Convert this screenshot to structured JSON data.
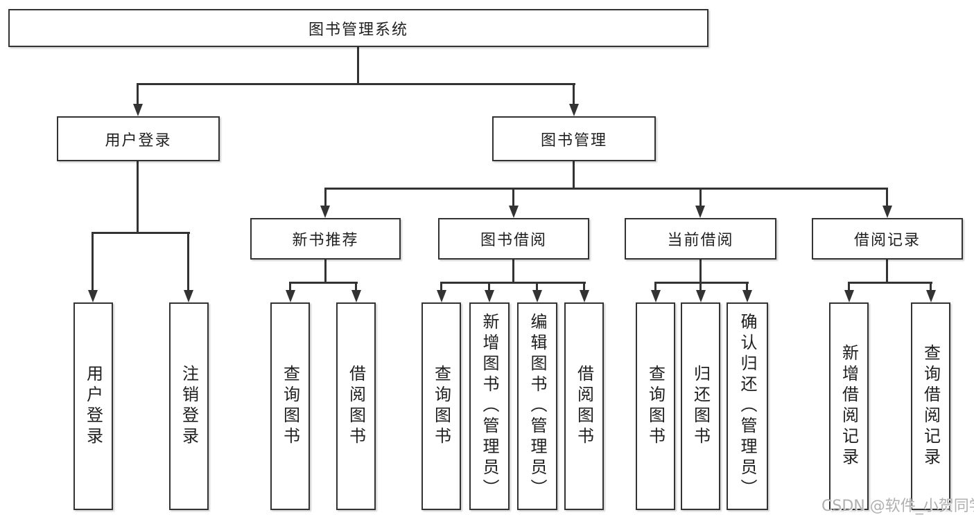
{
  "tree": {
    "root": {
      "label": "图书管理系统",
      "children": [
        {
          "label": "用户登录",
          "children": [
            {
              "label": "用户登录"
            },
            {
              "label": "注销登录"
            }
          ]
        },
        {
          "label": "图书管理",
          "children": [
            {
              "label": "新书推荐",
              "children": [
                {
                  "label": "查询图书"
                },
                {
                  "label": "借阅图书"
                }
              ]
            },
            {
              "label": "图书借阅",
              "children": [
                {
                  "label": "查询图书"
                },
                {
                  "label": "新增图书（管理员）"
                },
                {
                  "label": "编辑图书（管理员）"
                },
                {
                  "label": "借阅图书"
                }
              ]
            },
            {
              "label": "当前借阅",
              "children": [
                {
                  "label": "查询图书"
                },
                {
                  "label": "归还图书"
                },
                {
                  "label": "确认归还（管理员）"
                }
              ]
            },
            {
              "label": "借阅记录",
              "children": [
                {
                  "label": "新增借阅记录"
                },
                {
                  "label": "查询借阅记录"
                }
              ]
            }
          ]
        }
      ]
    }
  },
  "watermark": {
    "text": "CSDN @软件_小贺同学"
  },
  "colors": {
    "line": "#333333",
    "box_border": "#333333",
    "text": "#1f1f1f",
    "watermark": "#b0b0b0",
    "background": "#ffffff"
  }
}
